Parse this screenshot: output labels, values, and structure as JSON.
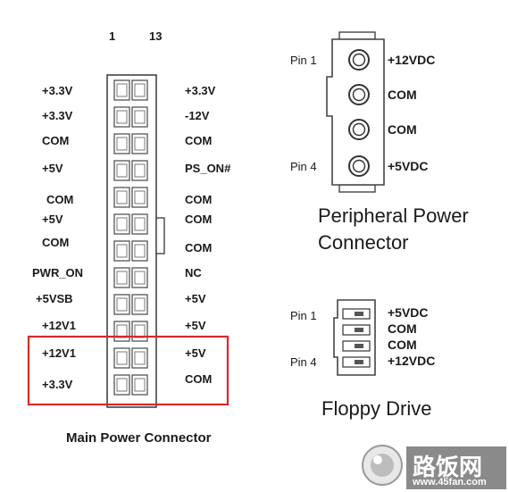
{
  "main_connector": {
    "col_numbers": [
      "1",
      "13"
    ],
    "left_labels": [
      "+3.3V",
      "+3.3V",
      "COM",
      "+5V",
      "COM",
      "+5V",
      "COM",
      "PWR_ON",
      "+5VSB",
      "+12V1",
      "+12V1",
      "+3.3V"
    ],
    "right_labels": [
      "+3.3V",
      "-12V",
      "COM",
      "PS_ON#",
      "COM",
      "COM",
      "COM",
      "NC",
      "+5V",
      "+5V",
      "+5V",
      "COM"
    ],
    "title": "Main Power Connector",
    "highlight_color": "#d42a2a"
  },
  "peripheral": {
    "pin1_label": "Pin 1",
    "pin4_label": "Pin 4",
    "pins": [
      "+12VDC",
      "COM",
      "COM",
      "+5VDC"
    ],
    "title_line1": "Peripheral Power",
    "title_line2": "Connector"
  },
  "floppy": {
    "pin1_label": "Pin 1",
    "pin4_label": "Pin 4",
    "pins": [
      "+5VDC",
      "COM",
      "COM",
      "+12VDC"
    ],
    "title": "Floppy Drive"
  },
  "watermark": {
    "brand": "路饭网",
    "url": "www.45fan.com"
  }
}
